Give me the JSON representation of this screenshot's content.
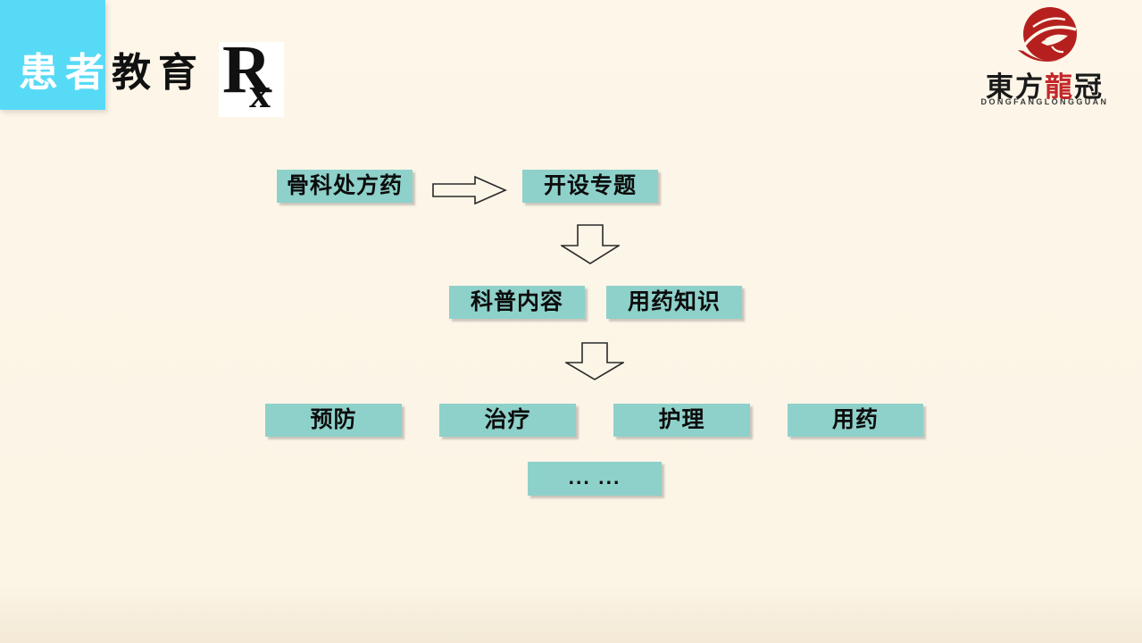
{
  "header": {
    "title_highlight": "患者",
    "title_rest": "教育",
    "rx_r": "R",
    "rx_x": "x"
  },
  "logo": {
    "cn_part1": "東方",
    "cn_red": "龍",
    "cn_part2": "冠",
    "latin": "DONGFANGLONGGUAN"
  },
  "flowchart": {
    "row1": {
      "box1": "骨科处方药",
      "box2": "开设专题"
    },
    "row2": {
      "box1": "科普内容",
      "box2": "用药知识"
    },
    "row3": {
      "box1": "预防",
      "box2": "治疗",
      "box3": "护理",
      "box4": "用药"
    },
    "more": "... ..."
  },
  "colors": {
    "accent_cyan": "#57daf6",
    "box_teal": "#8ed1ca",
    "logo_red": "#c3282a",
    "background_cream": "#fcf5e6"
  }
}
